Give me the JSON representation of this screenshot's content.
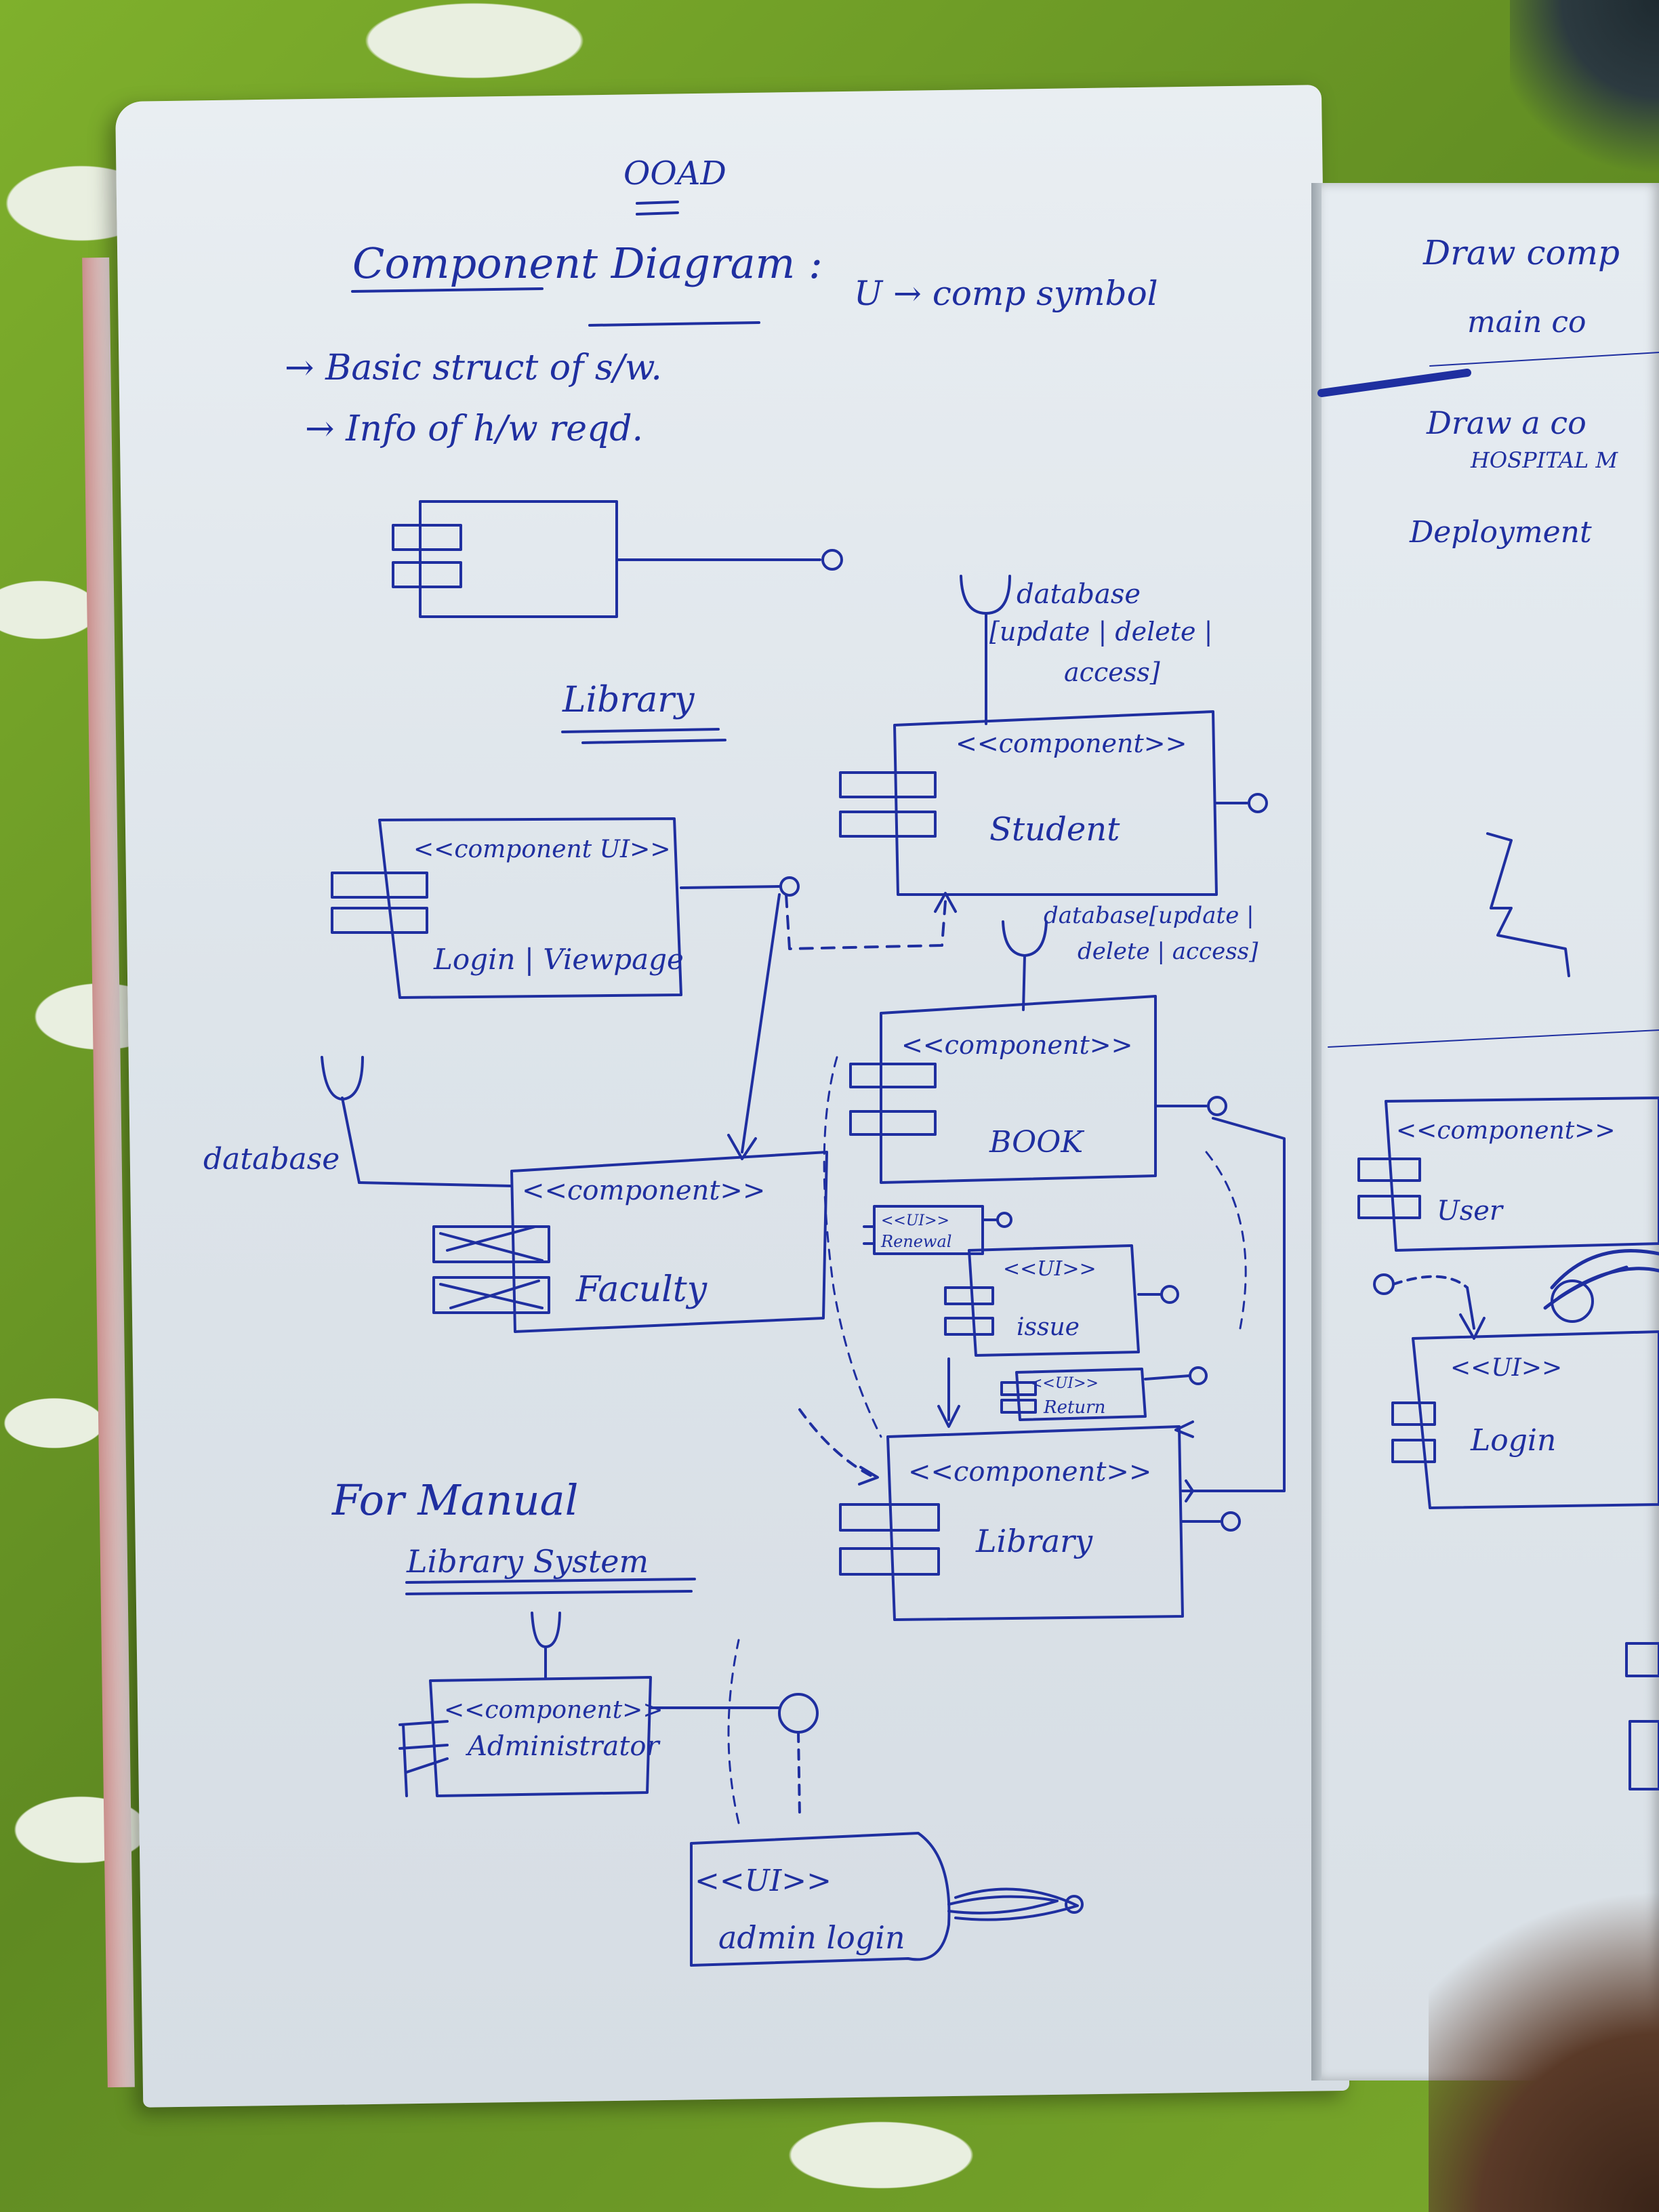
{
  "header": {
    "title": "OOAD",
    "heading": "Component Diagram :",
    "symbol_note": "U → comp symbol",
    "bullets": [
      "→ Basic struct of s/w.",
      "→ Info of h/w reqd."
    ]
  },
  "sections": {
    "library": "Library",
    "manual": "For Manual",
    "manual_sub": "Library System"
  },
  "components": {
    "login": {
      "stereotype": "<<component UI>>",
      "name": "Login | Viewpage"
    },
    "student": {
      "stereotype": "<<component>>",
      "name": "Student"
    },
    "book": {
      "stereotype": "<<component>>",
      "name": "BOOK"
    },
    "faculty": {
      "stereotype": "<<component>>",
      "name": "Faculty"
    },
    "renewal": {
      "stereotype": "<<UI>>",
      "name": "Renewal"
    },
    "issue": {
      "stereotype": "<<UI>>",
      "name": "issue"
    },
    "return": {
      "stereotype": "<<UI>>",
      "name": "Return"
    },
    "library": {
      "stereotype": "<<component>>",
      "name": "Library"
    },
    "admin": {
      "stereotype": "<<component>>",
      "name": "Administrator"
    },
    "admin_login": {
      "stereotype": "<<UI>>",
      "name": "admin login"
    }
  },
  "interfaces": {
    "student_db_1": "database",
    "student_db_2": "[update | delete |",
    "student_db_3": "access]",
    "book_db_1": "database[update |",
    "book_db_2": "delete | access]",
    "faculty_db": "database"
  },
  "right_page": {
    "line1": "Draw comp",
    "line2": "main co",
    "line3": "Draw a co",
    "line4": "HOSPITAL M",
    "line5": "Deployment",
    "user": {
      "stereotype": "<<component>>",
      "name": "User"
    },
    "login": {
      "stereotype": "<<UI>>",
      "name": "Login"
    }
  },
  "colors": {
    "ink": "#1f2fa0",
    "paper": "#e2e8ed",
    "cloth": "#6f9a2a"
  }
}
